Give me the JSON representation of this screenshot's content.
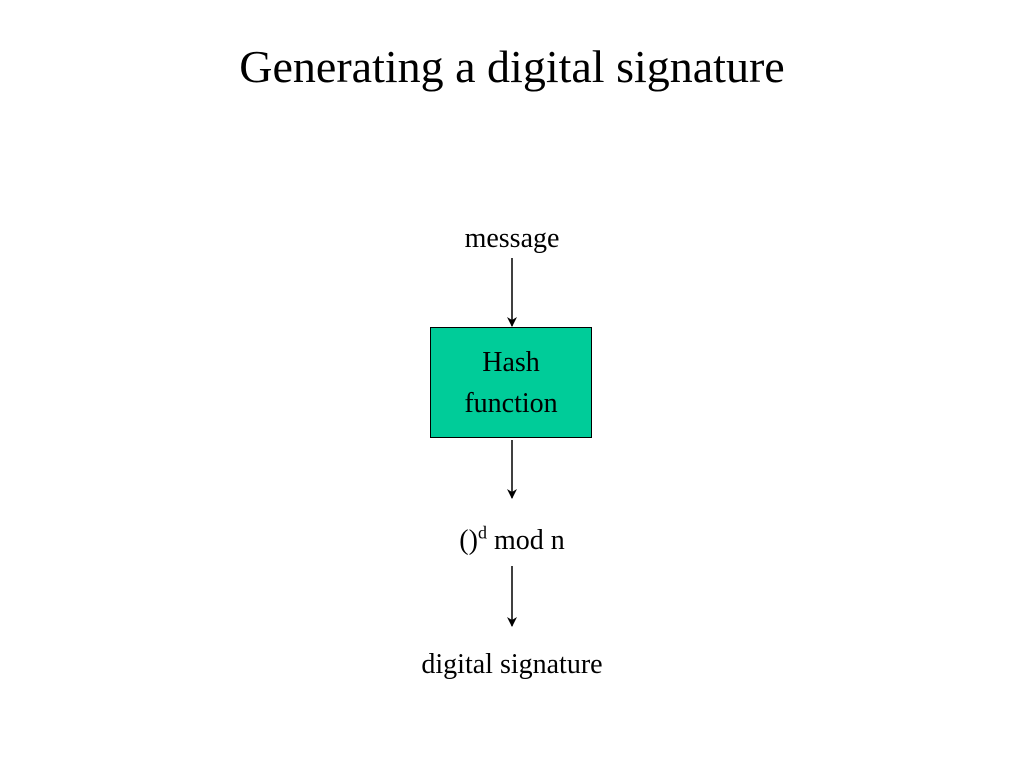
{
  "title": "Generating a digital signature",
  "diagram": {
    "input_label": "message",
    "hash_box": {
      "line1": "Hash",
      "line2": "function",
      "fill_color": "#00cc99"
    },
    "operation": {
      "prefix": "()",
      "exponent": "d",
      "suffix": " mod n"
    },
    "output_label": "digital signature"
  }
}
